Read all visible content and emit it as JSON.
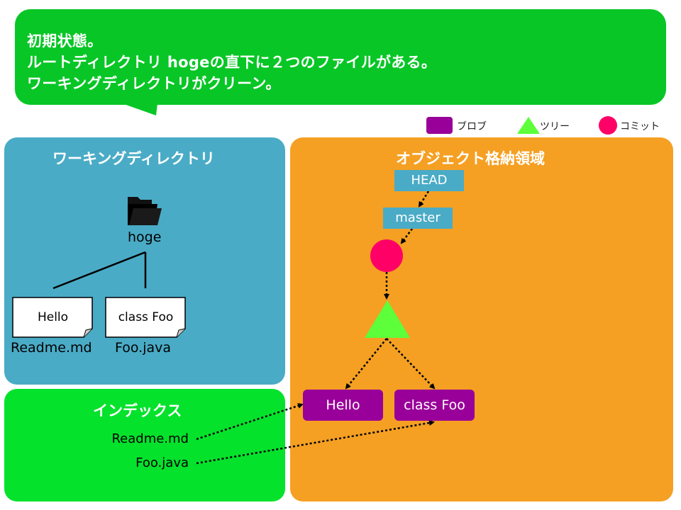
{
  "bubble": {
    "lines": [
      "初期状態。",
      "ルートディレクトリ hogeの直下に２つのファイルがある。",
      "ワーキングディレクトリがクリーン。"
    ]
  },
  "legend": {
    "blob": "ブロブ",
    "tree": "ツリー",
    "commit": "コミット"
  },
  "working_directory": {
    "title": "ワーキングディレクトリ",
    "folder_name": "hoge",
    "files": [
      {
        "content": "Hello",
        "name": "Readme.md"
      },
      {
        "content": "class Foo",
        "name": "Foo.java"
      }
    ]
  },
  "index": {
    "title": "インデックス",
    "entries": [
      "Readme.md",
      "Foo.java"
    ]
  },
  "object_store": {
    "title": "オブジェクト格納領域",
    "head": "HEAD",
    "branch": "master",
    "blobs": [
      "Hello",
      "class Foo"
    ]
  },
  "colors": {
    "bubble": "#08c626",
    "working_directory": "#4aabc6",
    "index": "#05e22c",
    "object_store": "#f5a023",
    "blob": "#990099",
    "tree": "#5cff3a",
    "commit": "#ff0066"
  }
}
